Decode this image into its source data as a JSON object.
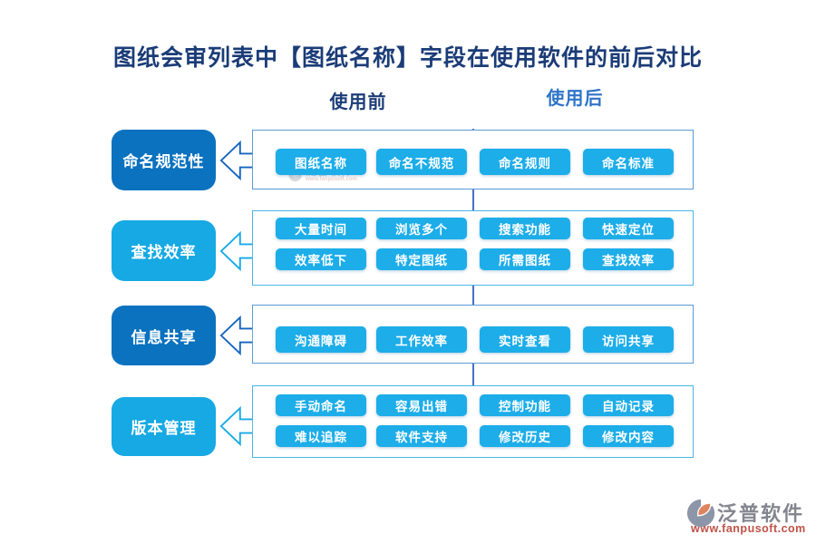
{
  "title": "图纸会审列表中【图纸名称】字段在使用软件的前后对比",
  "columns": {
    "before": "使用前",
    "after": "使用后"
  },
  "colors": {
    "dark_blue": "#0b72bf",
    "cyan": "#16a9e4",
    "pill_cyan": "#1dade9",
    "title_navy": "#1b3c77",
    "after_header_blue": "#2e74c8",
    "box_border_dark_row": "#5b9bd5",
    "box_border_cyan_row": "#49b4e8",
    "divider_blue": "#4472c4"
  },
  "rows": [
    {
      "key": "naming-standard",
      "label": "命名规范性",
      "theme": "dark",
      "before": [
        [
          "图纸名称",
          "命名不规范"
        ]
      ],
      "after": [
        [
          "命名规则",
          "命名标准"
        ]
      ]
    },
    {
      "key": "search-efficiency",
      "label": "查找效率",
      "theme": "cyan",
      "before": [
        [
          "大量时间",
          "浏览多个"
        ],
        [
          "效率低下",
          "特定图纸"
        ]
      ],
      "after": [
        [
          "搜索功能",
          "快速定位"
        ],
        [
          "所需图纸",
          "查找效率"
        ]
      ]
    },
    {
      "key": "info-sharing",
      "label": "信息共享",
      "theme": "dark",
      "before": [
        [
          "沟通障碍",
          "工作效率"
        ]
      ],
      "after": [
        [
          "实时查看",
          "访问共享"
        ]
      ]
    },
    {
      "key": "version-management",
      "label": "版本管理",
      "theme": "cyan",
      "before": [
        [
          "手动命名",
          "容易出错"
        ],
        [
          "难以追踪",
          "软件支持"
        ]
      ],
      "after": [
        [
          "控制功能",
          "自动记录"
        ],
        [
          "修改历史",
          "修改内容"
        ]
      ]
    }
  ],
  "watermark": {
    "brand": "泛普软件",
    "url": "www.fanpusoft.com"
  },
  "footer": {
    "brand": "泛普软件",
    "url": "www.fanpusoft.com"
  }
}
